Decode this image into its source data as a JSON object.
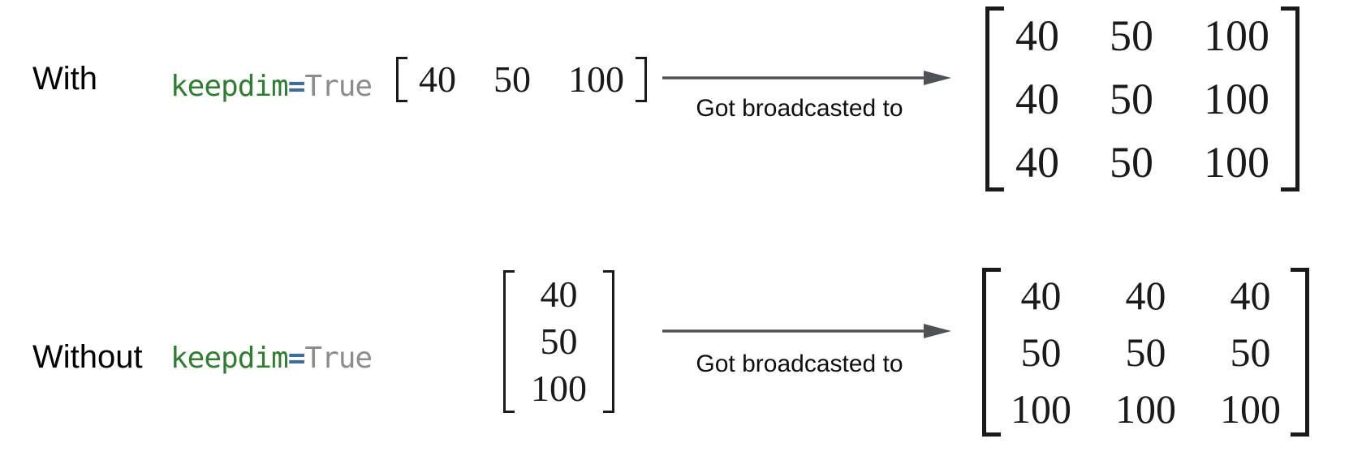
{
  "rows": [
    {
      "label": "With",
      "code": {
        "keyword": "keepdim",
        "operator": "=",
        "value": "True"
      },
      "source_vector": {
        "orientation": "row",
        "values": [
          [
            40,
            50,
            100
          ]
        ]
      },
      "arrow_label": "Got broadcasted to",
      "result_matrix": {
        "values": [
          [
            40,
            50,
            100
          ],
          [
            40,
            50,
            100
          ],
          [
            40,
            50,
            100
          ]
        ]
      }
    },
    {
      "label": "Without",
      "code": {
        "keyword": "keepdim",
        "operator": "=",
        "value": "True"
      },
      "source_vector": {
        "orientation": "column",
        "values": [
          [
            40
          ],
          [
            50
          ],
          [
            100
          ]
        ]
      },
      "arrow_label": "Got broadcasted to",
      "result_matrix": {
        "values": [
          [
            40,
            40,
            40
          ],
          [
            50,
            50,
            50
          ],
          [
            100,
            100,
            100
          ]
        ]
      }
    }
  ],
  "colors": {
    "code_keyword": "#2f7d31",
    "code_operator": "#3e6d9c",
    "code_value": "#8c8c8c",
    "arrow": "#505356",
    "matrix_ink": "#1a1a1a"
  }
}
